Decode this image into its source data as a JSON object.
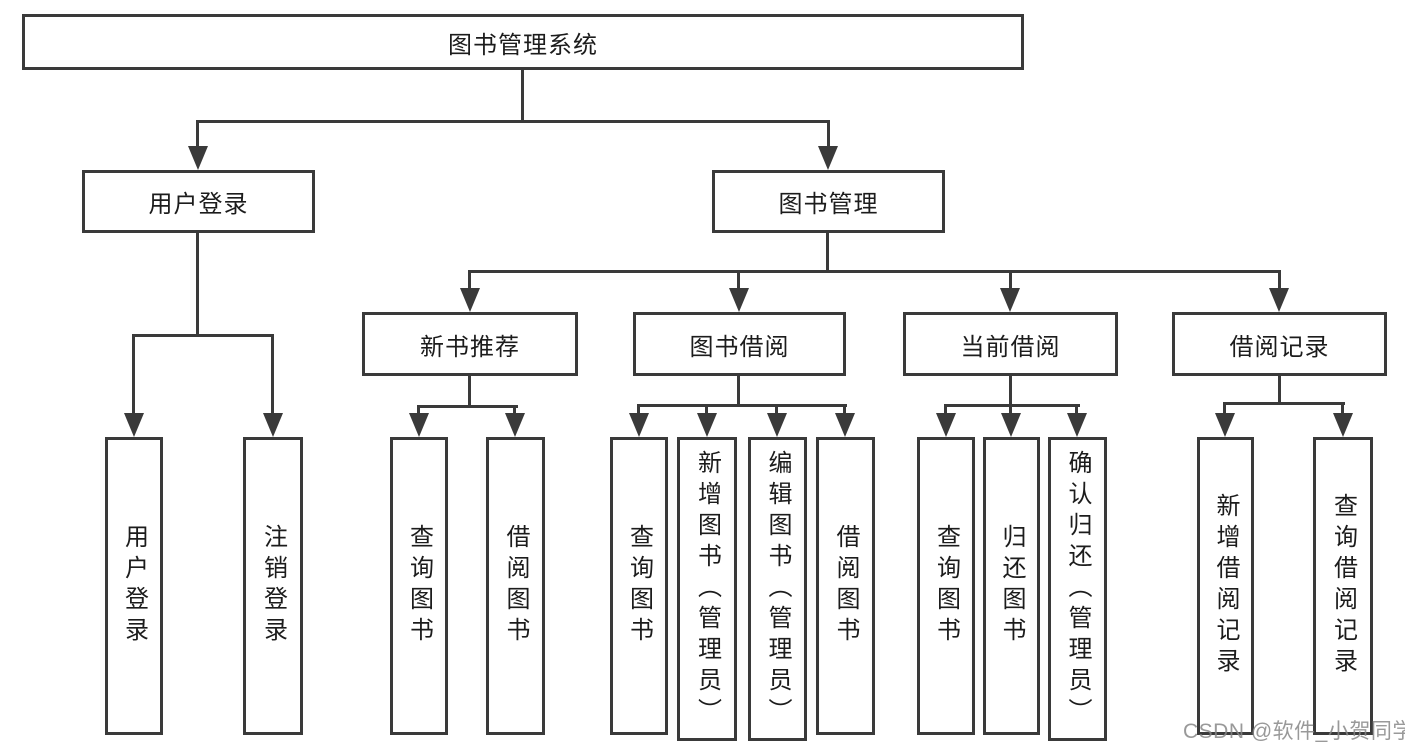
{
  "diagram": {
    "type": "hierarchy-tree",
    "root": {
      "label": "图书管理系统"
    },
    "level2": {
      "user_login": {
        "label": "用户登录"
      },
      "book_management": {
        "label": "图书管理"
      }
    },
    "level3": {
      "new_book_recommend": {
        "label": "新书推荐"
      },
      "book_borrow": {
        "label": "图书借阅"
      },
      "current_borrow": {
        "label": "当前借阅"
      },
      "borrow_records": {
        "label": "借阅记录"
      }
    },
    "leaves": {
      "user_login": [
        {
          "label": "用户登录"
        },
        {
          "label": "注销登录"
        }
      ],
      "new_book_recommend": [
        {
          "label": "查询图书"
        },
        {
          "label": "借阅图书"
        }
      ],
      "book_borrow": [
        {
          "label": "查询图书"
        },
        {
          "label": "新增图书（管理员）"
        },
        {
          "label": "编辑图书（管理员）"
        },
        {
          "label": "借阅图书"
        }
      ],
      "current_borrow": [
        {
          "label": "查询图书"
        },
        {
          "label": "归还图书"
        },
        {
          "label": "确认归还（管理员）"
        }
      ],
      "borrow_records": [
        {
          "label": "新增借阅记录"
        },
        {
          "label": "查询借阅记录"
        }
      ]
    }
  },
  "watermark": {
    "text": "CSDN @软件_小贺同学"
  },
  "colors": {
    "line": "#3a3a3a",
    "box_border": "#3a3a3a",
    "text": "#1c1c1c",
    "background": "#ffffff",
    "watermark": "#878787"
  }
}
